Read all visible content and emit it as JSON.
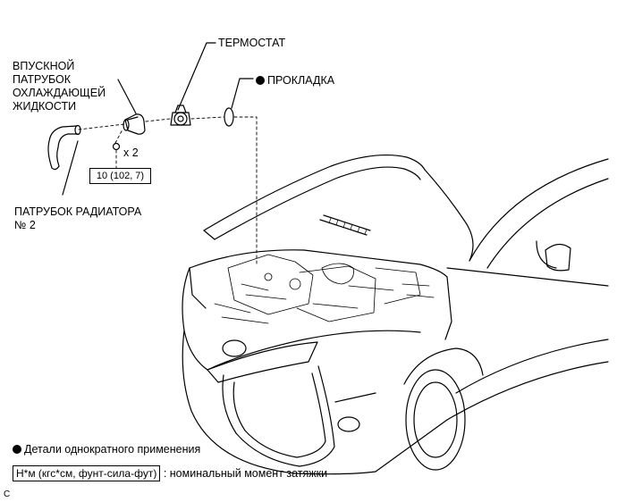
{
  "labels": {
    "intake_pipe": "ВПУСКНОЙ\nПАТРУБОК\nОХЛАЖДАЮЩЕЙ\nЖИДКОСТИ",
    "thermostat": "ТЕРМОСТАТ",
    "gasket": "ПРОКЛАДКА",
    "radiator_hose": "ПАТРУБОК РАДИАТОРА\n№ 2",
    "bolt_qty": "x 2",
    "torque_value": "10 (102, 7)"
  },
  "legend": {
    "non_reusable": "Детали однократного применения",
    "torque_units": "Н*м (кгс*см, фунт-сила-фут)",
    "torque_desc": ": номинальный момент затяжки"
  },
  "corner_code": "C"
}
